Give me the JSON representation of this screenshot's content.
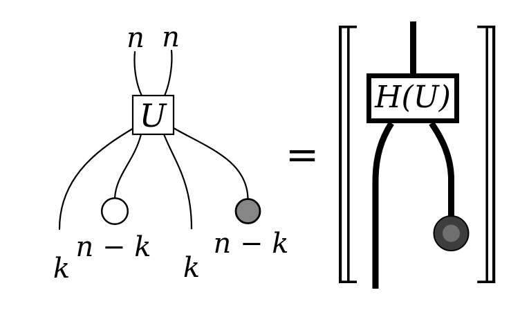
{
  "figure": {
    "lhs": {
      "top_label_1": "n",
      "top_label_2": "n",
      "box_label": "U",
      "bottom_label_1": "k",
      "bottom_label_2": "n − k",
      "bottom_label_3": "k",
      "bottom_label_4": "n − k"
    },
    "equals_sign": "=",
    "rhs": {
      "box_label": "H(U)"
    },
    "colors": {
      "line": "#000000",
      "lhs_open_dot_fill": "#ffffff",
      "lhs_gray_dot_fill": "#868686",
      "rhs_dot_outer_fill": "#3d3d3d",
      "rhs_dot_inner_fill": "#6f6f6f"
    }
  }
}
